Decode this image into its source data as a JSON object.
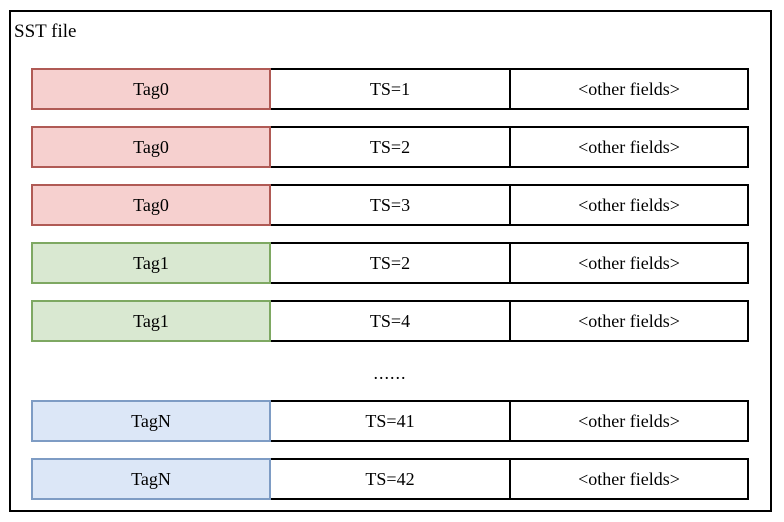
{
  "diagram": {
    "title": "SST file",
    "columns": [
      "tag",
      "timestamp",
      "other"
    ],
    "rows": [
      {
        "tag": "Tag0",
        "ts": "TS=1",
        "other": "<other fields>",
        "color": "red",
        "fill": "#f6d0cf",
        "stroke": "#b05a55",
        "type": "record"
      },
      {
        "tag": "Tag0",
        "ts": "TS=2",
        "other": "<other fields>",
        "color": "red",
        "fill": "#f6d0cf",
        "stroke": "#b05a55",
        "type": "record"
      },
      {
        "tag": "Tag0",
        "ts": "TS=3",
        "other": "<other fields>",
        "color": "red",
        "fill": "#f6d0cf",
        "stroke": "#b05a55",
        "type": "record"
      },
      {
        "tag": "Tag1",
        "ts": "TS=2",
        "other": "<other fields>",
        "color": "green",
        "fill": "#d9e8d1",
        "stroke": "#7ea862",
        "type": "record"
      },
      {
        "tag": "Tag1",
        "ts": "TS=4",
        "other": "<other fields>",
        "color": "green",
        "fill": "#d9e8d1",
        "stroke": "#7ea862",
        "type": "record"
      },
      {
        "ellipsis": "......",
        "type": "ellipsis"
      },
      {
        "tag": "TagN",
        "ts": "TS=41",
        "other": "<other fields>",
        "color": "blue",
        "fill": "#dce7f7",
        "stroke": "#7e9cc4",
        "type": "record"
      },
      {
        "tag": "TagN",
        "ts": "TS=42",
        "other": "<other fields>",
        "color": "blue",
        "fill": "#dce7f7",
        "stroke": "#7e9cc4",
        "type": "record"
      }
    ]
  },
  "colors": {
    "background": "#ffffff",
    "outline": "#000000",
    "red_fill": "#f6d0cf",
    "red_stroke": "#b05a55",
    "green_fill": "#d9e8d1",
    "green_stroke": "#7ea862",
    "blue_fill": "#dce7f7",
    "blue_stroke": "#7e9cc4"
  }
}
